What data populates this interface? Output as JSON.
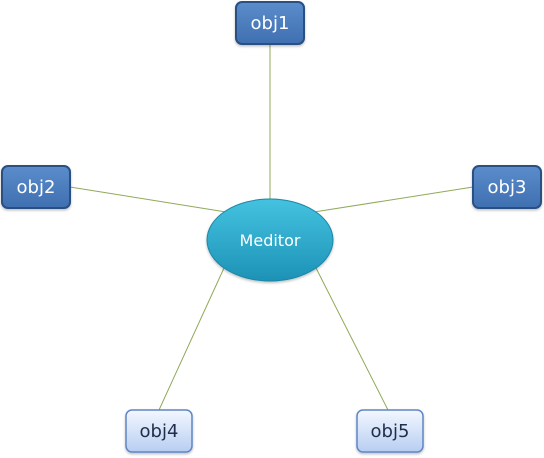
{
  "diagram": {
    "center": {
      "label": "Meditor"
    },
    "nodes": [
      {
        "id": "obj1",
        "label": "obj1",
        "style": "dark"
      },
      {
        "id": "obj2",
        "label": "obj2",
        "style": "dark"
      },
      {
        "id": "obj3",
        "label": "obj3",
        "style": "dark"
      },
      {
        "id": "obj4",
        "label": "obj4",
        "style": "light"
      },
      {
        "id": "obj5",
        "label": "obj5",
        "style": "light"
      }
    ],
    "colors": {
      "connector": "#8faa5a",
      "dark_fill_top": "#5b8ccc",
      "dark_fill_bottom": "#3f6fb0",
      "dark_stroke": "#2a4f83",
      "dark_text": "#ffffff",
      "light_fill_top": "#f3f7ff",
      "light_fill_bottom": "#b7cdf2",
      "light_stroke": "#5f86c4",
      "light_text": "#1f2f4a",
      "ellipse_fill_top": "#44c2e0",
      "ellipse_fill_bottom": "#1d92b6",
      "ellipse_text": "#ffffff"
    }
  }
}
